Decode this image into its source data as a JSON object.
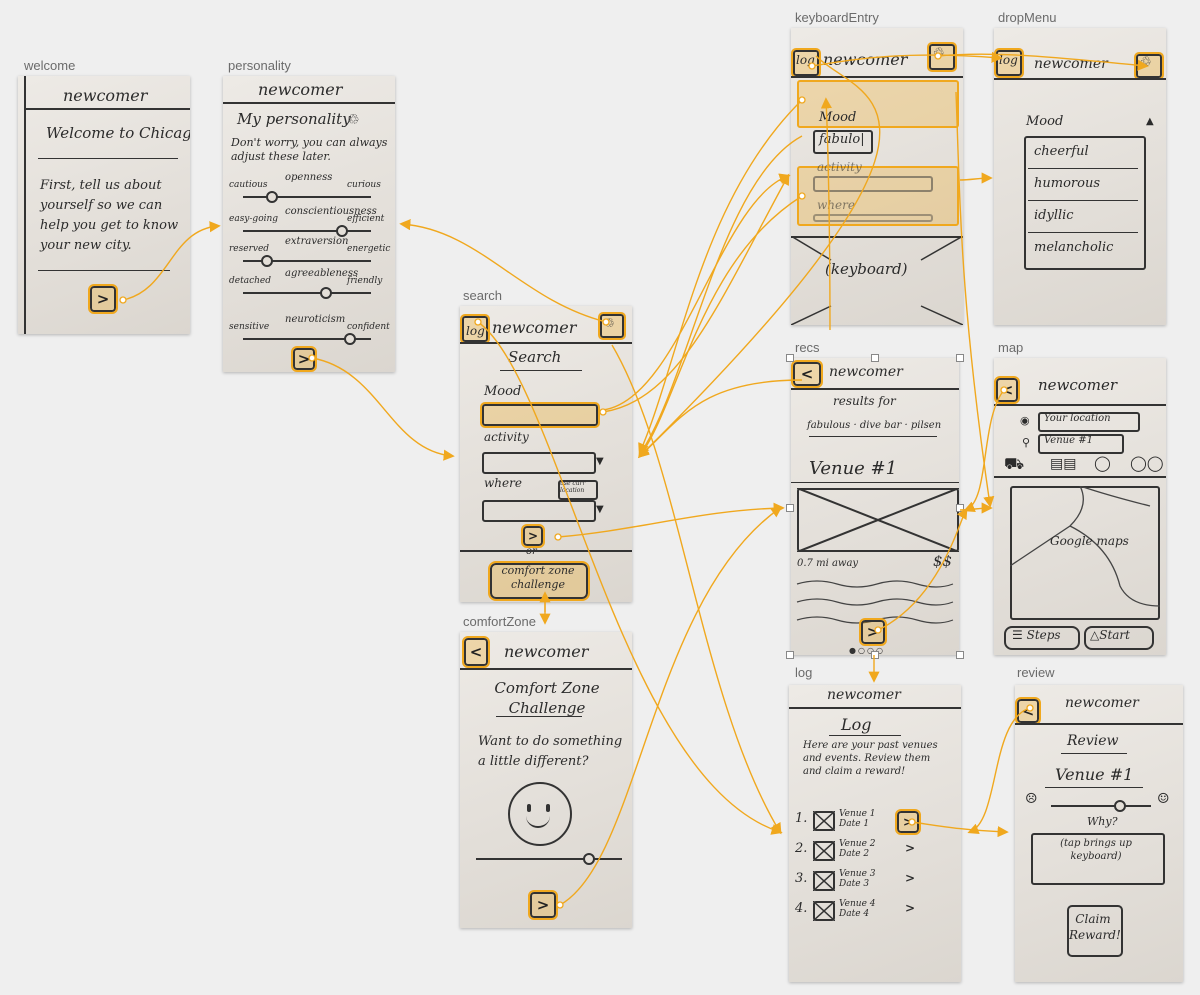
{
  "labels": {
    "welcome": "welcome",
    "personality": "personality",
    "search": "search",
    "comfortZone": "comfortZone",
    "keyboardEntry": "keyboardEntry",
    "dropMenu": "dropMenu",
    "recs": "recs",
    "map": "map",
    "log": "log",
    "review": "review"
  },
  "app_name": "newcomer",
  "welcome": {
    "greeting": "Welcome to Chicago!",
    "body": "First, tell us about yourself so we can help you get to know your new city.",
    "next": ">"
  },
  "personality": {
    "title": "My personality",
    "note": "Don't worry, you can always adjust these later.",
    "traits": [
      {
        "left": "cautious",
        "name": "openness",
        "right": "curious",
        "level": 0.22
      },
      {
        "left": "easy-going",
        "name": "conscientiousness",
        "right": "efficient",
        "level": 0.78
      },
      {
        "left": "reserved",
        "name": "extraversion",
        "right": "energetic",
        "level": 0.18
      },
      {
        "left": "detached",
        "name": "agreeableness",
        "right": "friendly",
        "level": 0.65
      },
      {
        "left": "sensitive",
        "name": "neuroticism",
        "right": "confident",
        "level": 0.85
      }
    ],
    "next": ">"
  },
  "search": {
    "log": "log",
    "title": "Search",
    "mood": "Mood",
    "activity": "activity",
    "where": "where",
    "use_location": "use curr location",
    "next": ">",
    "or": "or",
    "comfort_btn": "comfort zone challenge"
  },
  "comfortZone": {
    "back": "<",
    "title": "Comfort Zone Challenge",
    "prompt": "Want to do something a little different?",
    "level": 0.78,
    "next": ">"
  },
  "keyboardEntry": {
    "log": "log",
    "mood": "Mood",
    "mood_value": "fabulo|",
    "activity": "activity",
    "where": "where",
    "keyboard": "(keyboard)"
  },
  "dropMenu": {
    "log": "log",
    "mood": "Mood",
    "options": [
      "cheerful",
      "humorous",
      "idyllic",
      "melancholic"
    ]
  },
  "recs": {
    "back": "<",
    "results_for": "results for",
    "query": "fabulous · dive bar · pilsen",
    "venue": "Venue #1",
    "distance": "0.7 mi away",
    "price": "$$",
    "next": ">"
  },
  "map": {
    "back": "<",
    "from": "Your location",
    "to": "Venue #1",
    "map_label": "Google maps",
    "steps": "Steps",
    "start": "Start"
  },
  "log": {
    "title": "Log",
    "body": "Here are your past venues and events. Review them and claim a reward!",
    "items": [
      {
        "num": "1.",
        "venue": "Venue 1",
        "date": "Date 1"
      },
      {
        "num": "2.",
        "venue": "Venue 2",
        "date": "Date 2"
      },
      {
        "num": "3.",
        "venue": "Venue 3",
        "date": "Date 3"
      },
      {
        "num": "4.",
        "venue": "Venue 4",
        "date": "Date 4"
      }
    ]
  },
  "review": {
    "back": "<",
    "title": "Review",
    "venue": "Venue #1",
    "why": "Why?",
    "hint": "(tap brings up keyboard)",
    "claim": "Claim Reward!",
    "level": 0.7
  },
  "colors": {
    "link": "#f0a81e",
    "paper": "#e4dfd8",
    "ink": "#2b2b2b",
    "bg": "#efefef"
  }
}
